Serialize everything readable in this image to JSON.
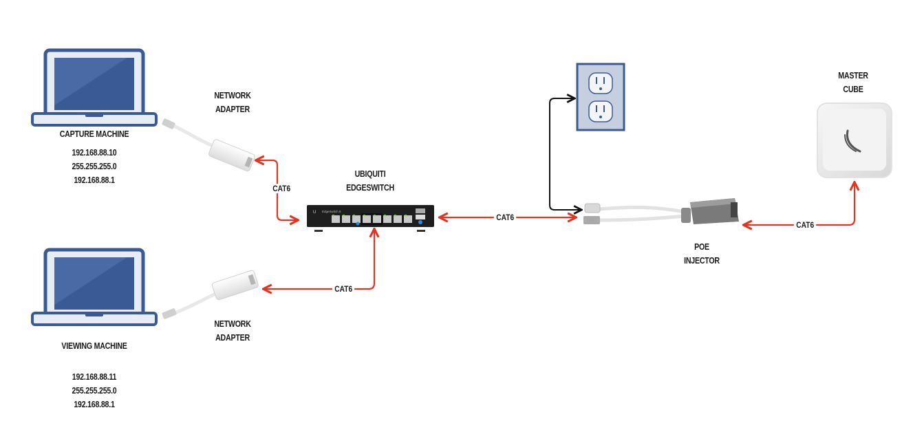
{
  "diagram": {
    "colors": {
      "cable_cat6": "#e63320",
      "cable_power": "#111111",
      "laptop_blue": "#3a5a95",
      "laptop_light": "#e8edf5",
      "outlet_fill": "#c5cfe0",
      "outlet_border": "#3a5a95"
    },
    "nodes": {
      "capture_machine": {
        "label": "CAPTURE MACHINE",
        "ip": "192.168.88.10",
        "subnet": "255.255.255.0",
        "gateway": "192.168.88.1",
        "icon": "laptop-icon"
      },
      "viewing_machine": {
        "label": "VIEWING MACHINE",
        "ip": "192.168.88.11",
        "subnet": "255.255.255.0",
        "gateway": "192.168.88.1",
        "icon": "laptop-icon"
      },
      "network_adapter_top": {
        "label_line1": "NETWORK",
        "label_line2": "ADAPTER",
        "icon": "thunderbolt-ethernet-adapter-icon"
      },
      "network_adapter_bottom": {
        "label_line1": "NETWORK",
        "label_line2": "ADAPTER",
        "icon": "thunderbolt-ethernet-adapter-icon"
      },
      "switch": {
        "label_line1": "UBIQUITI",
        "label_line2": "EDGESWITCH",
        "icon": "network-switch-icon"
      },
      "outlet": {
        "icon": "power-outlet-icon"
      },
      "poe_injector": {
        "label_line1": "POE",
        "label_line2": "INJECTOR",
        "icon": "poe-injector-icon"
      },
      "master_cube": {
        "label_line1": "MASTER",
        "label_line2": "CUBE",
        "icon": "wireless-cube-icon"
      }
    },
    "connections": [
      {
        "from": "switch",
        "to": "network_adapter_top",
        "label": "CAT6",
        "type": "cat6"
      },
      {
        "from": "switch",
        "to": "network_adapter_bottom",
        "label": "CAT6",
        "type": "cat6"
      },
      {
        "from": "switch",
        "to": "poe_injector",
        "label": "CAT6",
        "type": "cat6"
      },
      {
        "from": "poe_injector",
        "to": "master_cube",
        "label": "CAT6",
        "type": "cat6"
      },
      {
        "from": "poe_injector",
        "to": "outlet",
        "label": "",
        "type": "power"
      }
    ]
  }
}
